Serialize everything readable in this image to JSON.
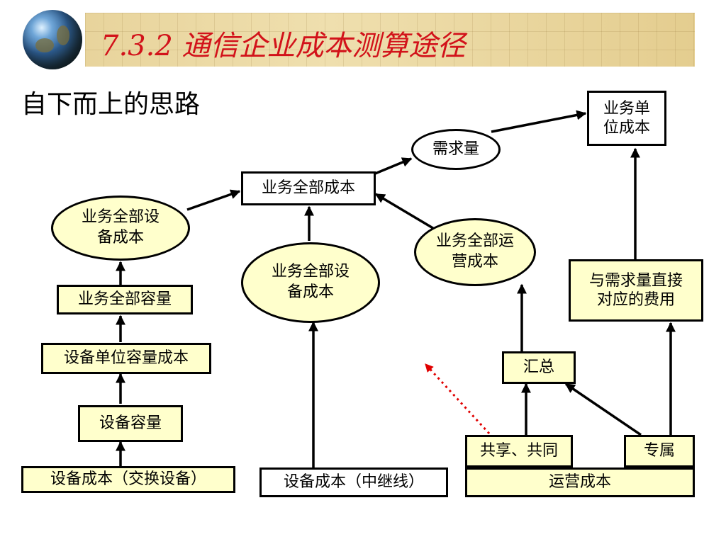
{
  "slide": {
    "title": "7.3.2  通信企业成本测算途径",
    "subtitle": "自下而上的思路"
  },
  "nodes": {
    "unit_cost": "业务单\n位成本",
    "demand": "需求量",
    "total_cost": "业务全部成本",
    "total_equip_cost_left": "业务全部设\n备成本",
    "total_capacity": "业务全部容量",
    "unit_capacity_cost": "设备单位容量成本",
    "equip_capacity": "设备容量",
    "equip_cost_switch": "设备成本（交换设备）",
    "total_equip_cost_mid": "业务全部设\n备成本",
    "equip_cost_relay": "设备成本（中继线）",
    "total_ops_cost": "业务全部运\n营成本",
    "summary": "汇总",
    "shared": "共享、共同",
    "dedicated": "专属",
    "ops_cost": "运营成本",
    "direct_cost": "与需求量直接\n对应的费用"
  },
  "colors": {
    "title": "#d2121a",
    "box_fill": "#ffffcc",
    "dotted_arrow": "#e00000"
  }
}
